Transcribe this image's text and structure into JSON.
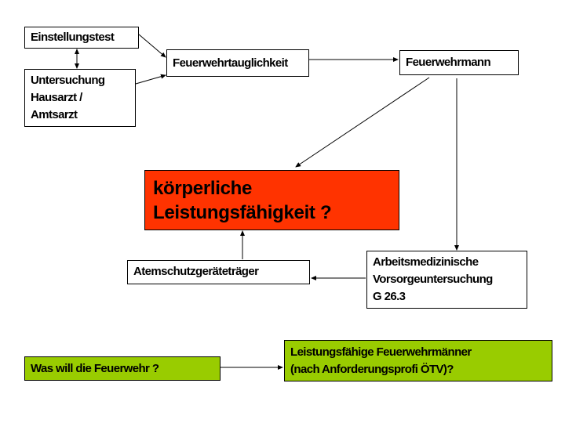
{
  "colors": {
    "highlight_red": "#ff3300",
    "green": "#99cc00"
  },
  "nodes": {
    "einstellungstest": "Einstellungstest",
    "untersuchung": [
      "Untersuchung",
      "Hausarzt /",
      "Amtsarzt"
    ],
    "tauglichkeit": "Feuerwehrtauglichkeit",
    "feuerwehrmann": "Feuerwehrmann",
    "leistung": [
      "körperliche",
      "Leistungsfähigkeit ?"
    ],
    "atemschutz": "Atemschutzgeräteträger",
    "vorsorge": [
      "Arbeitsmedizinische",
      "Vorsorgeuntersuchung",
      "G 26.3"
    ],
    "was_will": "Was will die Feuerwehr ?",
    "leistungsfaehige": [
      "Leistungsfähige Feuerwehrmänner",
      "(nach Anforderungsprofi ÖTV)?"
    ]
  }
}
